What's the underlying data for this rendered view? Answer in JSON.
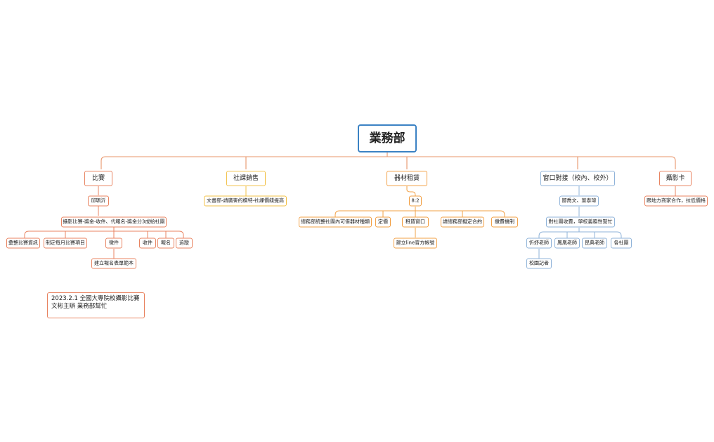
{
  "colors": {
    "root": "#3b82c4",
    "competition": "#e88360",
    "sales": "#f2c24a",
    "rental": "#f2a045",
    "window": "#8fb3d9",
    "card": "#e88360"
  },
  "root": "業務部",
  "branches": {
    "competition": {
      "label": "比賽",
      "child": "邱珮沂",
      "task": "攝影比賽-獎金-收件、代報名-獎金分3成給社團",
      "items": [
        "彙整比賽資訊",
        "制定每月比賽項目",
        "徵件",
        "收件",
        "報名",
        "追蹤"
      ],
      "template": "建立報名表單範本"
    },
    "sales": {
      "label": "社課銷售",
      "child": "文書部-請廣害的模特-社課價錢提高"
    },
    "rental": {
      "label": "器材租賃",
      "ratio": "8:2",
      "items": [
        "總務部統整社團內可借器材種類",
        "定價",
        "租賃窗口",
        "請總務部擬定合約",
        "繳費機制"
      ],
      "line": "建立line官方帳號"
    },
    "window": {
      "label": "窗口對接（校內、校外）",
      "people": "鄒喬文、葉泰瑋",
      "task": "對社團收費，學校義務性幫忙",
      "items": [
        "忻妤老師",
        "鳳凰老師",
        "昆典老師",
        "各社團"
      ],
      "reporter": "校園記者"
    },
    "card": {
      "label": "攝影卡",
      "child": "跟地方商家合作，拉低價格"
    }
  },
  "note": {
    "line1": "2023.2.1 全國大專院校攝影比賽",
    "line2": "文彬主辦 業務部幫忙"
  }
}
